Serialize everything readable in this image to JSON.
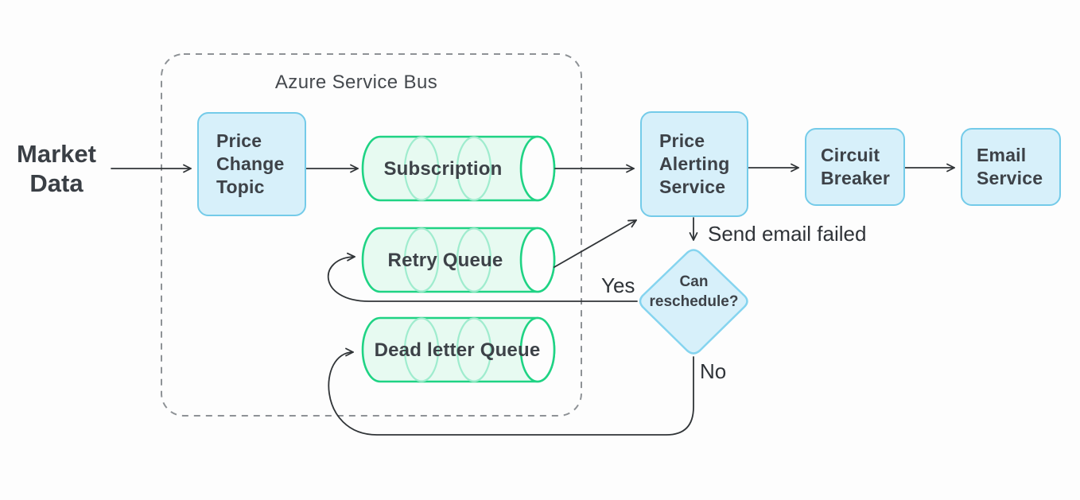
{
  "diagram": {
    "container_label": "Azure Service Bus",
    "source_label": "Market\nData",
    "nodes": {
      "price_change_topic": "Price\nChange\nTopic",
      "subscription": "Subscription",
      "retry_queue": "Retry Queue",
      "dead_letter_queue": "Dead letter Queue",
      "price_alerting_service": "Price\nAlerting\nService",
      "circuit_breaker": "Circuit\nBreaker",
      "email_service": "Email\nService",
      "decision": "Can\nreschedule?"
    },
    "edge_labels": {
      "failure": "Send email failed",
      "yes": "Yes",
      "no": "No"
    },
    "colors": {
      "node_fill": "#d7f0fa",
      "node_border": "#74cbe9",
      "diamond_border": "#85d4ef",
      "queue_stroke": "#1fd384",
      "queue_fill": "#e7faf1",
      "queue_divider": "#9fecce",
      "connector": "#303437",
      "text": "#3d4248",
      "container_border": "#8e9296",
      "background": "#fdfdfd"
    }
  }
}
